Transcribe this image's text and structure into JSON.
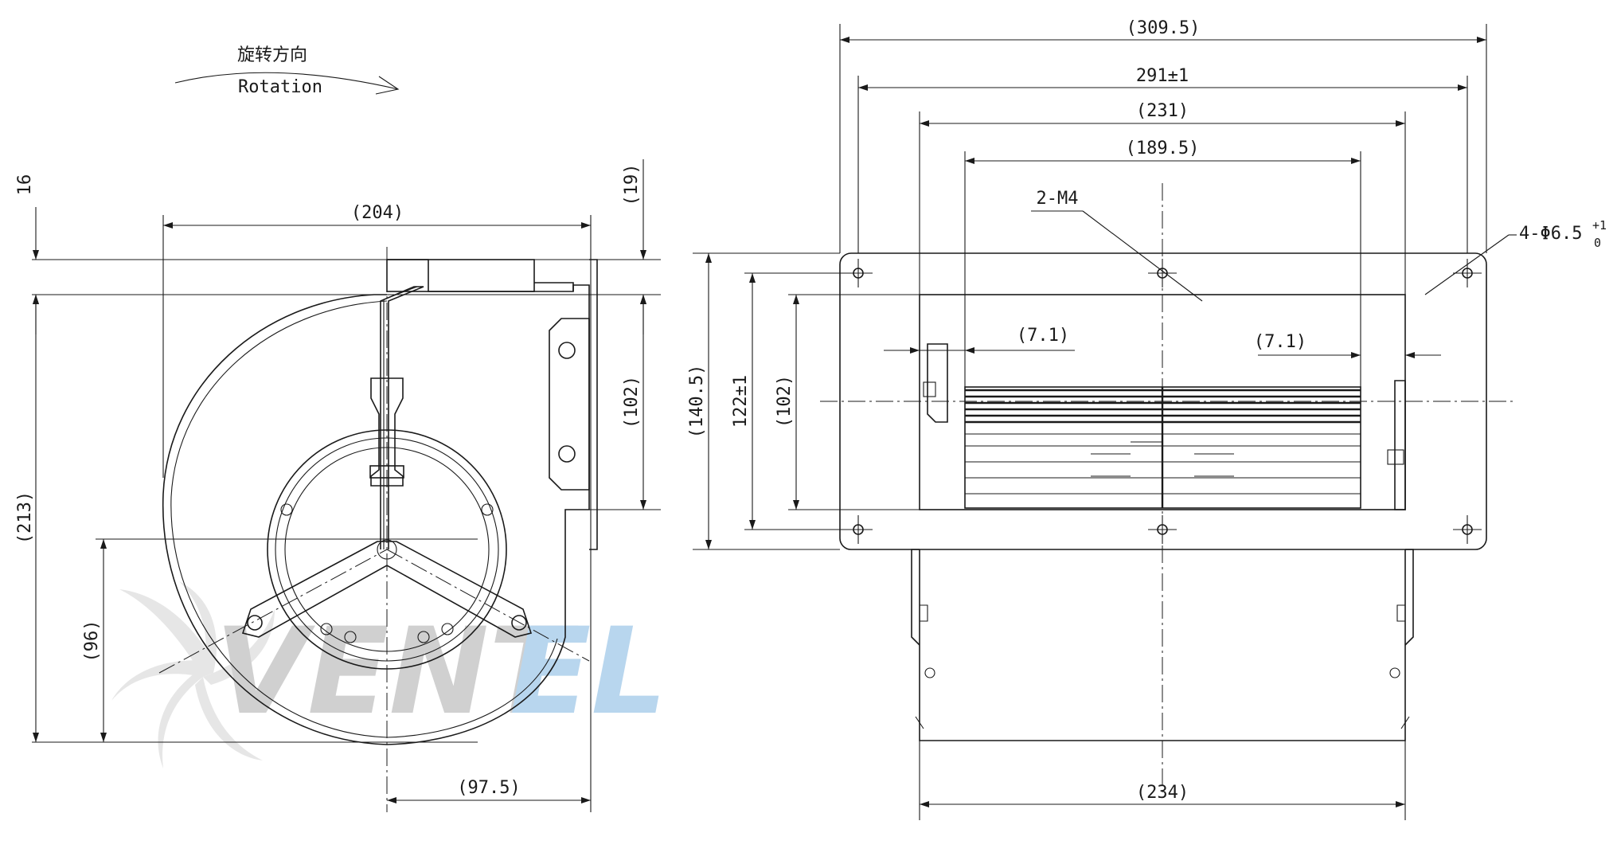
{
  "rotation": {
    "label_cn": "旋转方向",
    "label_en": "Rotation"
  },
  "watermark": {
    "text_main": "VENT",
    "text_accent": "EL",
    "color_main": "#d0d0d0",
    "color_accent": "#b8d6ee"
  },
  "left_view": {
    "dims": {
      "top_offset": "16",
      "top_right": "(19)",
      "width": "(204)",
      "height": "(213)",
      "outlet_height": "(102)",
      "center_height": "(96)",
      "center_to_outlet": "(97.5)"
    }
  },
  "right_view": {
    "dims": {
      "overall_width": "(309.5)",
      "hole_spacing": "291±1",
      "outlet_width": "(231)",
      "impeller_width": "(189.5)",
      "thread": "2-M4",
      "holes": "4-Φ6.5",
      "holes_tol_upper": "+1",
      "holes_tol_lower": "0",
      "left_gap": "(7.1)",
      "right_gap": "(7.1)",
      "flange_height": "(140.5)",
      "hole_vert_spacing": "122±1",
      "outlet_height": "(102)",
      "base_width": "(234)"
    }
  },
  "colors": {
    "line": "#1a1a1a",
    "background": "#ffffff"
  }
}
